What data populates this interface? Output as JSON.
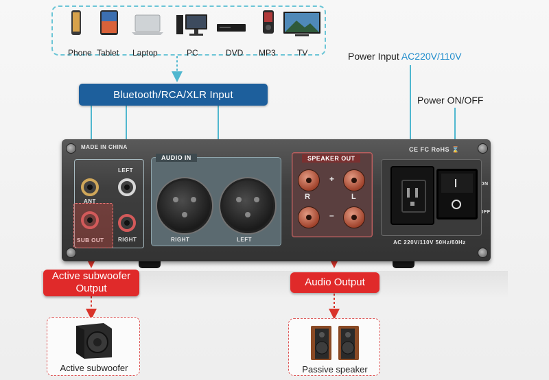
{
  "sources": [
    {
      "label": "Phone",
      "icon": "phone-icon"
    },
    {
      "label": "Tablet",
      "icon": "tablet-icon"
    },
    {
      "label": "Laptop",
      "icon": "laptop-icon"
    },
    {
      "label": "PC",
      "icon": "pc-icon"
    },
    {
      "label": "DVD",
      "icon": "dvd-player-icon"
    },
    {
      "label": "MP3",
      "icon": "mp3-player-icon"
    },
    {
      "label": "TV",
      "icon": "tv-icon"
    }
  ],
  "input_bar": "Bluetooth/RCA/XLR Input",
  "power_input": {
    "label": "Power Input ",
    "value": "AC220V/110V"
  },
  "power_switch": "Power ON/OFF",
  "amp": {
    "made_in": "MADE IN CHINA",
    "audio_in": "AUDIO IN",
    "left": "LEFT",
    "right": "RIGHT",
    "ant": "ANT",
    "sub_out": "SUB OUT",
    "xlr_right": "RIGHT",
    "xlr_left": "LEFT",
    "speaker_out": "SPEAKER OUT",
    "plus": "+",
    "minus": "–",
    "r": "R",
    "l": "L",
    "certs": "CE FC RoHS ⌛",
    "power_rating": "AC 220V/110V  50Hz/60Hz",
    "on": "ON",
    "off": "OFF"
  },
  "outputs": {
    "sub_button": "Active subwoofer Output",
    "audio_button": "Audio Output",
    "sub_device": "Active subwoofer",
    "speaker_device": "Passive speaker"
  },
  "colors": {
    "accent": "#1f8ccc",
    "bar": "#1d5f9c",
    "red": "#e02a2a",
    "cyan": "#6bc5d6"
  }
}
